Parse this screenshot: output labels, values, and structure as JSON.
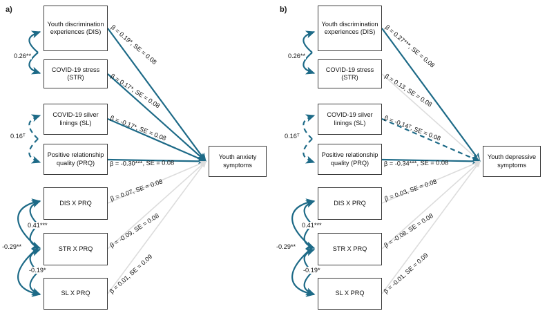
{
  "figure": {
    "panels": [
      {
        "id": "a",
        "label": "a)",
        "outcome": "Youth anxiety symptoms",
        "predictors": [
          {
            "key": "DIS",
            "label": "Youth discrimination experiences (DIS)"
          },
          {
            "key": "STR",
            "label": "COVID-19 stress (STR)"
          },
          {
            "key": "SL",
            "label": "COVID-19 silver linings (SL)"
          },
          {
            "key": "PRQ",
            "label": "Positive relationship quality (PRQ)"
          },
          {
            "key": "DISxPRQ",
            "label": "DIS X PRQ"
          },
          {
            "key": "STRxPRQ",
            "label": "STR X PRQ"
          },
          {
            "key": "SLxPRQ",
            "label": "SL X PRQ"
          }
        ],
        "paths": [
          {
            "from": "DIS",
            "label": "β = 0.19*, SE = 0.08",
            "beta": 0.19,
            "se": 0.08,
            "sig": "*",
            "style": "solid-teal"
          },
          {
            "from": "STR",
            "label": "β = 0.17*, SE = 0.08",
            "beta": 0.17,
            "se": 0.08,
            "sig": "*",
            "style": "solid-teal"
          },
          {
            "from": "SL",
            "label": "β = -0.17*, SE = 0.08",
            "beta": -0.17,
            "se": 0.08,
            "sig": "*",
            "style": "solid-teal"
          },
          {
            "from": "PRQ",
            "label": "β = -0.30***, SE = 0.08",
            "beta": -0.3,
            "se": 0.08,
            "sig": "***",
            "style": "solid-teal"
          },
          {
            "from": "DISxPRQ",
            "label": "β = 0.07, SE = 0.08",
            "beta": 0.07,
            "se": 0.08,
            "sig": "",
            "style": "solid-gray"
          },
          {
            "from": "STRxPRQ",
            "label": "β = -0.09, SE = 0.08",
            "beta": -0.09,
            "se": 0.08,
            "sig": "",
            "style": "solid-gray"
          },
          {
            "from": "SLxPRQ",
            "label": "β = 0.01, SE = 0.09",
            "beta": 0.01,
            "se": 0.09,
            "sig": "",
            "style": "solid-gray"
          }
        ],
        "correlations": [
          {
            "between": [
              "DIS",
              "STR"
            ],
            "label": "0.26**",
            "value": 0.26,
            "style": "solid-teal"
          },
          {
            "between": [
              "SL",
              "PRQ"
            ],
            "label": "0.16ᵀ",
            "value": 0.16,
            "style": "dashed-teal"
          },
          {
            "between": [
              "DISxPRQ",
              "STRxPRQ"
            ],
            "label": "0.41***",
            "value": 0.41,
            "style": "solid-teal"
          },
          {
            "between": [
              "STRxPRQ",
              "SLxPRQ"
            ],
            "label": "-0.19*",
            "value": -0.19,
            "style": "solid-teal"
          },
          {
            "between": [
              "DISxPRQ",
              "SLxPRQ"
            ],
            "label": "-0.29**",
            "value": -0.29,
            "style": "solid-teal"
          }
        ]
      },
      {
        "id": "b",
        "label": "b)",
        "outcome": "Youth depressive symptoms",
        "predictors": [
          {
            "key": "DIS",
            "label": "Youth discrimination experiences (DIS)"
          },
          {
            "key": "STR",
            "label": "COVID-19 stress (STR)"
          },
          {
            "key": "SL",
            "label": "COVID-19 silver linings (SL)"
          },
          {
            "key": "PRQ",
            "label": "Positive relationship quality (PRQ)"
          },
          {
            "key": "DISxPRQ",
            "label": "DIS X PRQ"
          },
          {
            "key": "STRxPRQ",
            "label": "STR X PRQ"
          },
          {
            "key": "SLxPRQ",
            "label": "SL X PRQ"
          }
        ],
        "paths": [
          {
            "from": "DIS",
            "label": "β = 0.27***, SE = 0.08",
            "beta": 0.27,
            "se": 0.08,
            "sig": "***",
            "style": "solid-teal"
          },
          {
            "from": "STR",
            "label": "β = 0.13, SE = 0.08",
            "beta": 0.13,
            "se": 0.08,
            "sig": "",
            "style": "solid-gray"
          },
          {
            "from": "SL",
            "label": "β = -0.14ᵀ, SE = 0.08",
            "beta": -0.14,
            "se": 0.08,
            "sig": "ᵀ",
            "style": "dashed-teal"
          },
          {
            "from": "PRQ",
            "label": "β = -0.34***, SE = 0.08",
            "beta": -0.34,
            "se": 0.08,
            "sig": "***",
            "style": "solid-teal"
          },
          {
            "from": "DISxPRQ",
            "label": "β = 0.03, SE = 0.08",
            "beta": 0.03,
            "se": 0.08,
            "sig": "",
            "style": "solid-gray"
          },
          {
            "from": "STRxPRQ",
            "label": "β = -0.08, SE = 0.08",
            "beta": -0.08,
            "se": 0.08,
            "sig": "",
            "style": "solid-gray"
          },
          {
            "from": "SLxPRQ",
            "label": "β = -0.01, SE = 0.09",
            "beta": -0.01,
            "se": 0.09,
            "sig": "",
            "style": "solid-gray"
          }
        ],
        "correlations": [
          {
            "between": [
              "DIS",
              "STR"
            ],
            "label": "0.26**",
            "value": 0.26,
            "style": "solid-teal"
          },
          {
            "between": [
              "SL",
              "PRQ"
            ],
            "label": "0.16ᵀ",
            "value": 0.16,
            "style": "dashed-teal"
          },
          {
            "between": [
              "DISxPRQ",
              "STRxPRQ"
            ],
            "label": "0.41***",
            "value": 0.41,
            "style": "solid-teal"
          },
          {
            "between": [
              "STRxPRQ",
              "SLxPRQ"
            ],
            "label": "-0.19*",
            "value": -0.19,
            "style": "solid-teal"
          },
          {
            "between": [
              "DISxPRQ",
              "SLxPRQ"
            ],
            "label": "-0.29**",
            "value": -0.29,
            "style": "solid-teal"
          }
        ]
      }
    ],
    "colors": {
      "teal": "#1d6a87",
      "gray": "#dcdcdc",
      "box_border": "#3a3a3a",
      "text": "#111111"
    }
  }
}
